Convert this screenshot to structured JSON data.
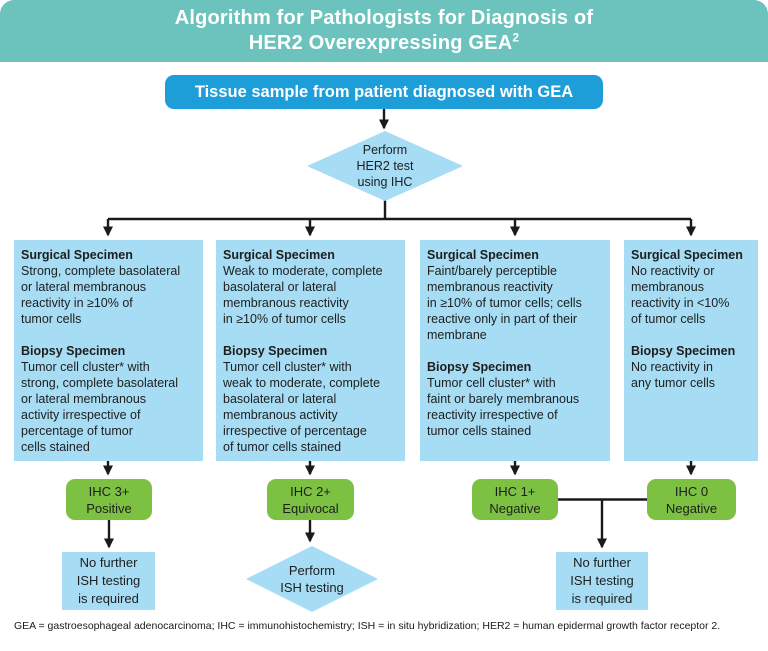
{
  "title": {
    "line1": "Algorithm for Pathologists for Diagnosis of",
    "line2": "HER2 Overexpressing GEA",
    "superscript": "2"
  },
  "start": {
    "label": "Tissue sample from patient diagnosed with GEA"
  },
  "decision_ihc": {
    "label": "Perform\nHER2 test\nusing IHC"
  },
  "columns": [
    {
      "surgical_heading": "Surgical Specimen",
      "surgical_text": "Strong, complete basolateral\nor lateral membranous\nreactivity in ≥10% of\ntumor cells",
      "biopsy_heading": "Biopsy Specimen",
      "biopsy_text": "Tumor cell cluster* with\nstrong, complete basolateral\nor lateral membranous\nactivity irrespective of\npercentage of tumor\ncells stained",
      "result": "IHC 3+\nPositive"
    },
    {
      "surgical_heading": "Surgical Specimen",
      "surgical_text": "Weak to moderate, complete\nbasolateral or lateral\nmembranous reactivity\nin ≥10% of tumor cells",
      "biopsy_heading": "Biopsy Specimen",
      "biopsy_text": "Tumor cell cluster* with\nweak to moderate, complete\nbasolateral or lateral\nmembranous activity\nirrespective of percentage\nof tumor cells stained",
      "result": "IHC 2+\nEquivocal"
    },
    {
      "surgical_heading": "Surgical Specimen",
      "surgical_text": "Faint/barely perceptible\nmembranous reactivity\nin ≥10% of tumor cells; cells\nreactive only in part of their\nmembrane",
      "biopsy_heading": "Biopsy Specimen",
      "biopsy_text": "Tumor cell cluster* with\nfaint or barely membranous\nreactivity irrespective of\ntumor cells stained",
      "result": "IHC 1+\nNegative"
    },
    {
      "surgical_heading": "Surgical Specimen",
      "surgical_text": "No reactivity or\nmembranous\nreactivity in <10%\nof tumor cells",
      "biopsy_heading": "Biopsy Specimen",
      "biopsy_text": "No reactivity in\nany tumor cells",
      "result": "IHC 0\nNegative"
    }
  ],
  "outcomes": {
    "ihc3": "No further\nISH testing\nis required",
    "ihc2": "Perform\nISH testing",
    "ihc1_0": "No further\nISH testing\nis required"
  },
  "footnote": "GEA = gastroesophageal adenocarcinoma; IHC = immunohistochemistry; ISH = in situ hybridization; HER2 = human epidermal growth factor receptor 2.",
  "colors": {
    "header_teal": "#6cc3be",
    "start_blue": "#1d9ed9",
    "light_blue": "#a6dcf4",
    "result_green": "#7cc142",
    "arrow_black": "#1a1a1a",
    "title_text": "#ffffff",
    "body_text": "#1e1e1e"
  }
}
